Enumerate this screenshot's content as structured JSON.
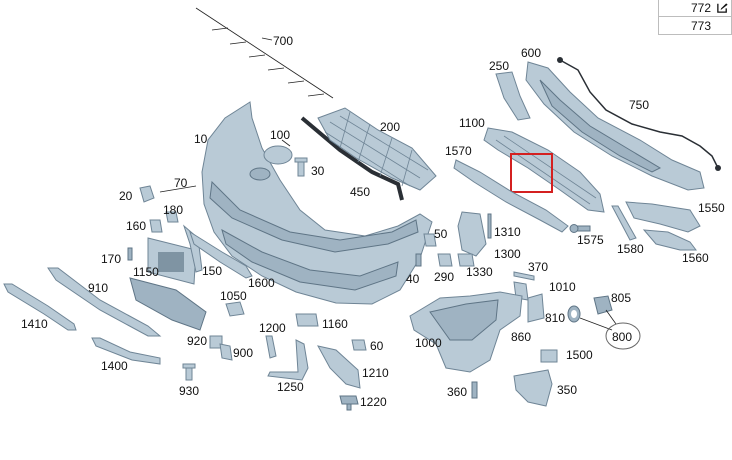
{
  "ref_table": {
    "rows": [
      "772",
      "773"
    ],
    "edit_icon": "edit-icon"
  },
  "highlight_color": "#d42020",
  "labels": {
    "p700": "700",
    "p10": "10",
    "p100": "100",
    "p200": "200",
    "p30": "30",
    "p450": "450",
    "p250": "250",
    "p600": "600",
    "p750": "750",
    "p1100": "1100",
    "p1570": "1570",
    "p1550": "1550",
    "p1575": "1575",
    "p1580": "1580",
    "p1560": "1560",
    "p20": "20",
    "p70": "70",
    "p180": "180",
    "p160": "160",
    "p170": "170",
    "p1150": "1150",
    "p150": "150",
    "p1600": "1600",
    "p910": "910",
    "p1410": "1410",
    "p1050": "1050",
    "p920": "920",
    "p900": "900",
    "p1400": "1400",
    "p930": "930",
    "p1200": "1200",
    "p1160": "1160",
    "p1250": "1250",
    "p60": "60",
    "p1210": "1210",
    "p1220": "1220",
    "p50": "50",
    "p1310": "1310",
    "p1300": "1300",
    "p40": "40",
    "p290": "290",
    "p1330": "1330",
    "p370": "370",
    "p1010": "1010",
    "p810": "810",
    "p805": "805",
    "p800": "800",
    "p860": "860",
    "p1000": "1000",
    "p1500": "1500",
    "p360": "360",
    "p350": "350"
  }
}
